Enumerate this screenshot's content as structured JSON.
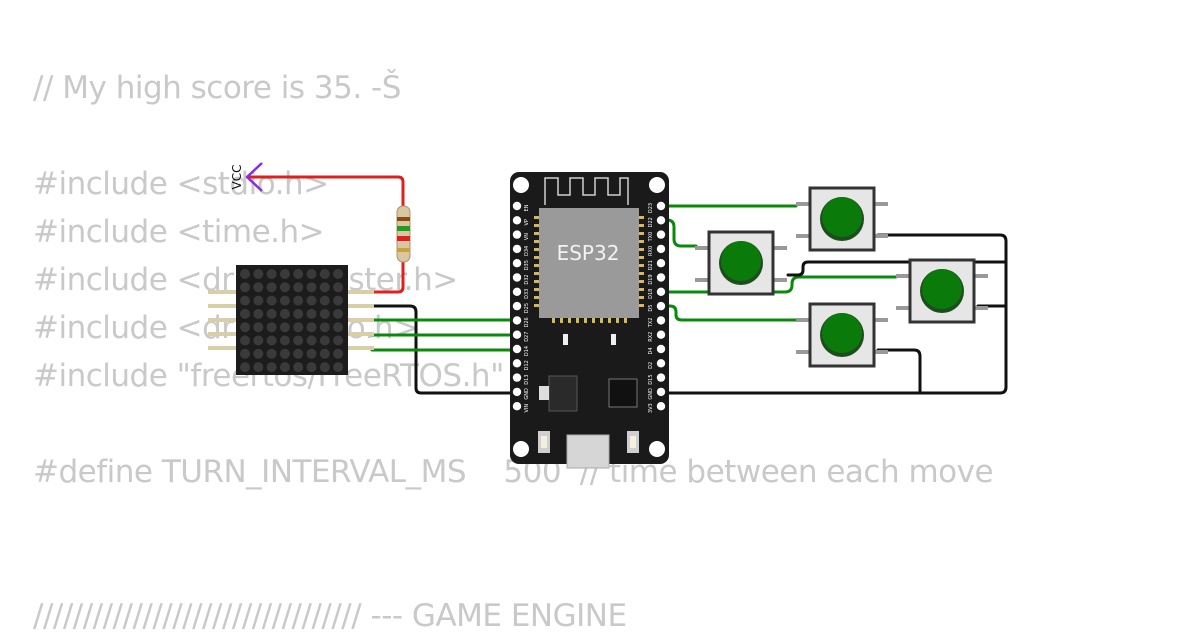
{
  "code": {
    "line_comment": "// My high score is 35. -Š",
    "include_stdio": "#include <stdio.h>",
    "include_time": "#include <time.h>",
    "include_master": "#include <driver/master.h>",
    "include_driver": "#include <driver/gpio.h>",
    "include_freertos": "#include \"freertos/FreeRTOS.h\"",
    "define_turn": "#define TURN_INTERVAL_MS    500  // time between each move",
    "section_game_engine": "///////////////////////////////// --- GAME ENGINE"
  },
  "circuit": {
    "vcc_label": "VCC",
    "mcu_label": "ESP32",
    "left_pins": [
      "EN",
      "VP",
      "VN",
      "D34",
      "D35",
      "D32",
      "D33",
      "D25",
      "D26",
      "D27",
      "D14",
      "D12",
      "D13",
      "GND",
      "VIN"
    ],
    "right_pins": [
      "D23",
      "D22",
      "TX0",
      "RX0",
      "D21",
      "D19",
      "D18",
      "D5",
      "TX2",
      "RX2",
      "D4",
      "D2",
      "D15",
      "GND",
      "3V3"
    ],
    "button_count": 4,
    "colors": {
      "wire_power": "#e0201e",
      "wire_signal": "#0a8a0a",
      "wire_ground": "#111111",
      "button_cap": "#0a7a0a",
      "board": "#1a1a1a",
      "module": "#9a9a9a"
    }
  }
}
